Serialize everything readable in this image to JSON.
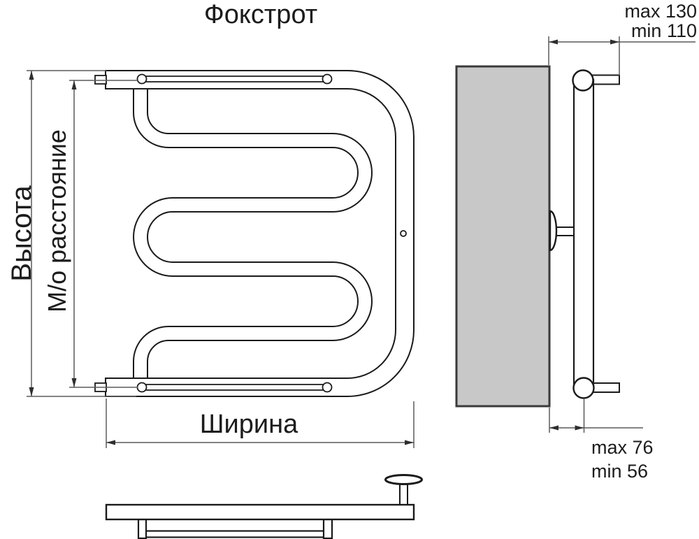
{
  "title": "Фокстрот",
  "front_view": {
    "label_height": "Высота",
    "label_mounting_distance": "М/о расстояние",
    "label_width": "Ширина"
  },
  "side_view": {
    "top_offset_max": "max 130",
    "top_offset_min": "min 110",
    "bottom_offset_max": "max 76",
    "bottom_offset_min": "min 56"
  },
  "colors": {
    "line": "#1a1a1a",
    "dimension_line": "#5a5a5a",
    "wall_fill": "#c8c8c8",
    "wall_border": "#3a3a3a",
    "background": "#ffffff",
    "text": "#1c1c1c"
  }
}
